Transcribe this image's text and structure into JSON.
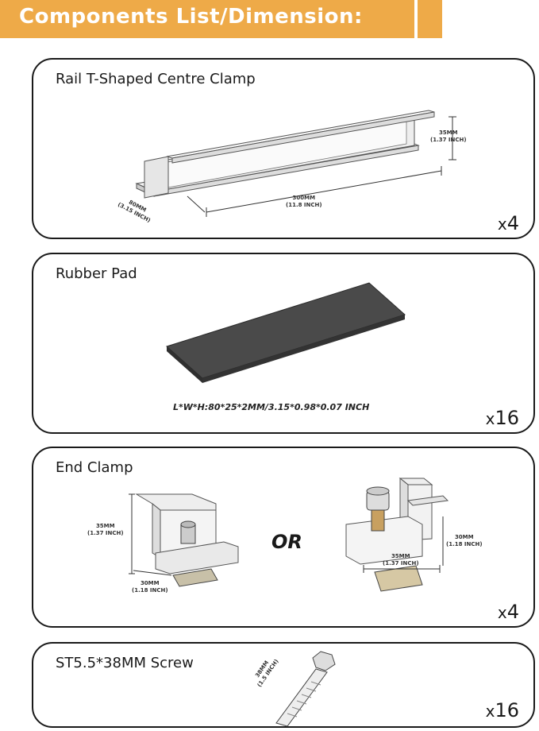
{
  "header": {
    "title": "Components List/Dimension:",
    "accent_color": "#eeaa48"
  },
  "panels": [
    {
      "title": "Rail T-Shaped Centre Clamp",
      "quantity": {
        "x": "x",
        "count": "4"
      },
      "dims": {
        "height": {
          "mm": "35MM",
          "inch": "(1.37 INCH)"
        },
        "length": {
          "mm": "300MM",
          "inch": "(11.8 INCH)"
        },
        "width": {
          "mm": "80MM",
          "inch": "(3.15 INCH)"
        }
      }
    },
    {
      "title": "Rubber Pad",
      "quantity": {
        "x": "x",
        "count": "16"
      },
      "spec": "L*W*H:80*25*2MM/3.15*0.98*0.07 INCH"
    },
    {
      "title": "End Clamp",
      "quantity": {
        "x": "x",
        "count": "4"
      },
      "or_label": "OR",
      "left_dims": {
        "height": {
          "mm": "35MM",
          "inch": "(1.37 INCH)"
        },
        "width": {
          "mm": "30MM",
          "inch": "(1.18 INCH)"
        }
      },
      "right_dims": {
        "width": {
          "mm": "35MM",
          "inch": "(1.37 INCH)"
        },
        "height": {
          "mm": "30MM",
          "inch": "(1.18 INCH)"
        }
      }
    },
    {
      "title": "ST5.5*38MM Screw",
      "quantity": {
        "x": "x",
        "count": "16"
      },
      "dims": {
        "length": {
          "mm": "38MM",
          "inch": "(1.5 INCH)"
        }
      }
    }
  ]
}
